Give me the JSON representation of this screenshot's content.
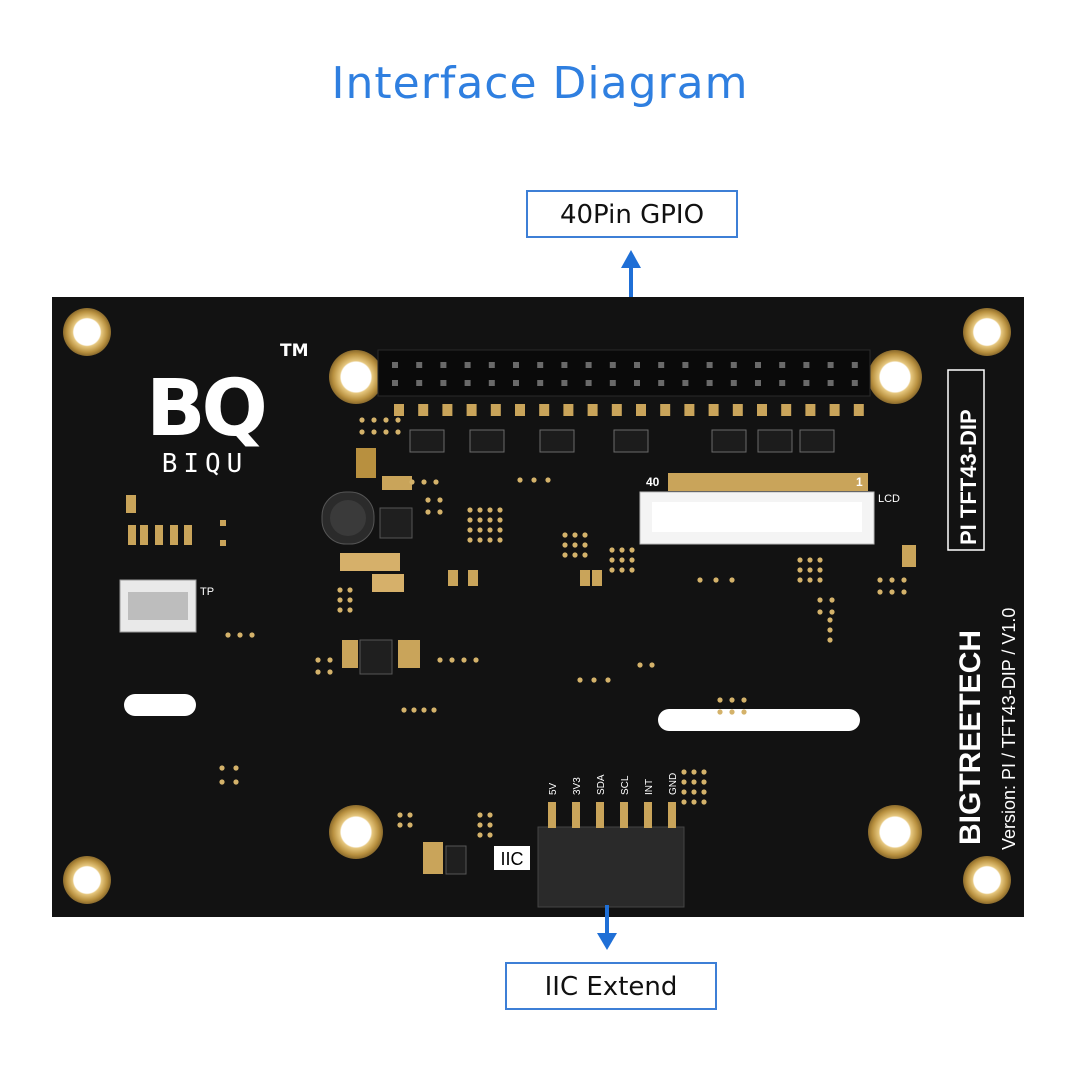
{
  "title": "Interface Diagram",
  "callouts": {
    "gpio": "40Pin GPIO",
    "iic": "IIC Extend"
  },
  "board": {
    "logo_letters": "BQ",
    "logo_sub": "BIQU",
    "trademark": "TM",
    "brand": "BIGTREETECH",
    "model": "PI TFT43-DIP",
    "version": "Version: PI / TFT43-DIP / V1.0",
    "tp_label": "TP",
    "lcd_label": "LCD",
    "iic_label": "IIC",
    "fpc_pin_left": "40",
    "fpc_pin_right": "1",
    "iic_pins": [
      "5V",
      "3V3",
      "SDA",
      "SCL",
      "INT",
      "GND"
    ]
  },
  "colors": {
    "accent": "#2f7fe0",
    "board": "#111111",
    "gold": "#c9a45a",
    "arrow": "#1f6fd6"
  }
}
